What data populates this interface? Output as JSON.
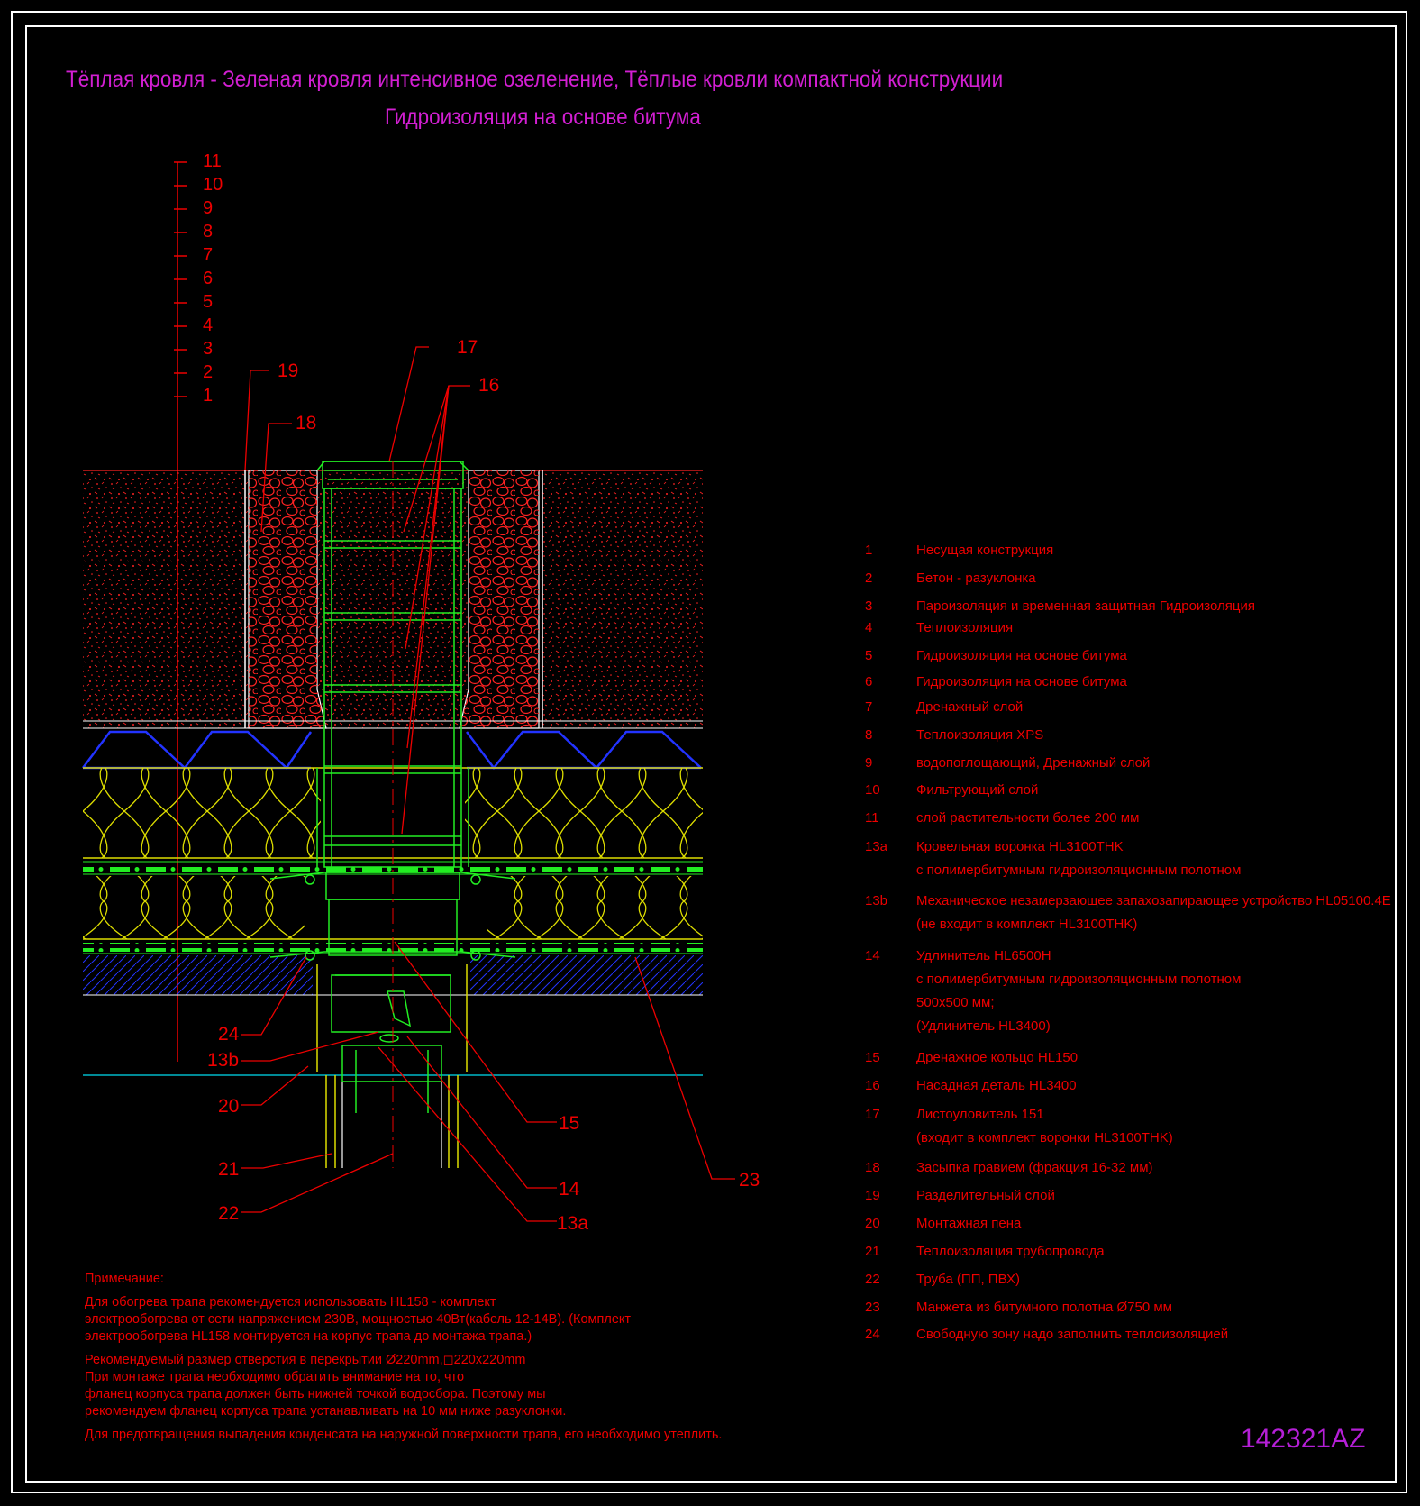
{
  "title_line1": "Тёплая кровля - Зеленая кровля интенсивное озеленение, Тёплые кровли компактной конструкции",
  "title_line2": "Гидроизоляция на основе битума",
  "drawing_code": "142321AZ",
  "colors": {
    "title": "#d21fd2",
    "text": "#ee0000",
    "outline": "#ffffff",
    "drain": "#22ee22",
    "insulation": "#dddd00",
    "drainage_blue": "#2233ff",
    "gravel": "#ff2222",
    "cyan_line": "#00b8c8"
  },
  "layer_ticks": [
    "11",
    "10",
    "9",
    "8",
    "7",
    "6",
    "5",
    "4",
    "3",
    "2",
    "1"
  ],
  "callouts": {
    "c17": "17",
    "c16": "16",
    "c19": "19",
    "c18": "18",
    "c24": "24",
    "c13b": "13b",
    "c20": "20",
    "c21": "21",
    "c22": "22",
    "c15": "15",
    "c14": "14",
    "c13a": "13a",
    "c23": "23"
  },
  "legend": [
    {
      "num": "1",
      "text": "Несущая конструкция"
    },
    {
      "num": "2",
      "text": "Бетон - разуклонка"
    },
    {
      "num": "3",
      "text": "Пароизоляция и временная защитная Гидроизоляция"
    },
    {
      "num": "4",
      "text": "Теплоизоляция"
    },
    {
      "num": "5",
      "text": "Гидроизоляция на основе битума"
    },
    {
      "num": "6",
      "text": "Гидроизоляция на основе битума"
    },
    {
      "num": "7",
      "text": "Дренажный слой"
    },
    {
      "num": "8",
      "text": "Теплоизоляция XPS"
    },
    {
      "num": "9",
      "text": "водопоглощающий, Дренажный слой"
    },
    {
      "num": "10",
      "text": "Фильтрующий слой"
    },
    {
      "num": "11",
      "text": "слой растительности более 200 мм"
    },
    {
      "num": "13a",
      "text": "Кровельная воронка HL3100THK",
      "text2": "с полимербитумным гидроизоляционным полотном"
    },
    {
      "num": "13b",
      "text": "Механическое незамерзающее запахозапирающее устройство HL05100.4E",
      "text2": "(не входит в комплект HL3100THK)"
    },
    {
      "num": "14",
      "text": "Удлинитель HL6500H",
      "lines": [
        " с полимербитумным гидроизоляционным полотном",
        "500x500 мм;",
        "(Удлинитель HL3400)"
      ]
    },
    {
      "num": "15",
      "text": "Дренажное кольцо HL150"
    },
    {
      "num": "16",
      "text": "Насадная деталь HL3400"
    },
    {
      "num": "17",
      "text": "Листоуловитель 151",
      "text2": "(входит в комплект воронки HL3100THK)"
    },
    {
      "num": "18",
      "text": "Засыпка гравием (фракция 16-32 мм)"
    },
    {
      "num": "19",
      "text": "Разделительный слой"
    },
    {
      "num": "20",
      "text": "Монтажная пена"
    },
    {
      "num": "21",
      "text": "Теплоизоляция трубопровода"
    },
    {
      "num": "22",
      "text": "Труба (ПП, ПВХ)"
    },
    {
      "num": "23",
      "text": "Манжета из битумного полотна Ø750 мм"
    },
    {
      "num": "24",
      "text": "Свободную зону надо заполнить теплоизоляцией"
    }
  ],
  "notes": {
    "heading": "Примечание:",
    "p1": [
      "Для обогрева трапа рекомендуется использовать HL158 - комплект",
      "электрообогрева от сети напряжением 230В, мощностью 40Вт(кабель 12-14В). (Комплект",
      "электрообогрева HL158 монтируется на корпус трапа до монтажа трапа.)"
    ],
    "p2": [
      "Рекомендуемый размер отверстия в перекрытии Ø220mm,◻220x220mm",
      "При монтаже трапа необходимо обратить внимание на то, что",
      "фланец корпуса трапа должен быть нижней точкой водосбора. Поэтому мы",
      "рекомендуем фланец корпуса трапа устанавливать на 10 мм ниже разуклонки."
    ],
    "p3": "Для предотвращения выпадения конденсата на наружной поверхности трапа, его необходимо утеплить."
  }
}
